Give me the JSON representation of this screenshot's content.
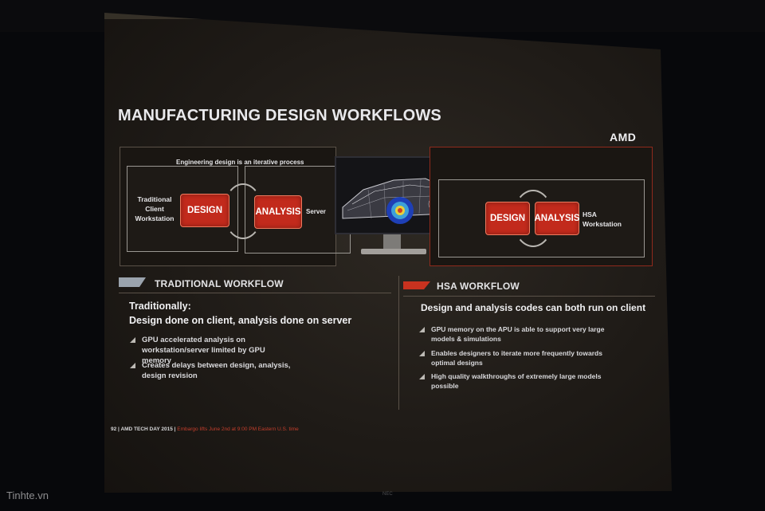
{
  "slide": {
    "title": "MANUFACTURING DESIGN WORKFLOWS",
    "brand": "AMD",
    "diagram": {
      "caption": "Engineering design is an iterative process",
      "left_group_label": "Traditional\nClient\nWorkstation",
      "left_design": "DESIGN",
      "left_analysis": "ANALYSIS",
      "left_server_label": "Server",
      "right_design": "DESIGN",
      "right_analysis": "ANALYSIS",
      "right_workstation_label": "HSA\nWorkstation"
    },
    "traditional": {
      "heading": "TRADITIONAL WORKFLOW",
      "lead_1": "Traditionally:",
      "lead_2": "Design done on client, analysis done on server",
      "bullets": [
        "GPU accelerated analysis on workstation/server limited by GPU memory",
        "Creates delays between design, analysis, design revision"
      ],
      "accent": "#9aa3ad"
    },
    "hsa": {
      "heading": "HSA WORKFLOW",
      "lead": "Design and analysis codes can both run on client",
      "bullets": [
        "GPU memory on the APU is able to support very large models & simulations",
        "Enables designers to iterate more frequently towards optimal designs",
        "High quality walkthroughs of extremely large models possible"
      ],
      "accent": "#c8321f"
    },
    "footer": {
      "page": "92",
      "event": "AMD TECH DAY 2015",
      "embargo": "Embargo lifts June 2nd at 9:00 PM Eastern U.S. time"
    }
  },
  "watermark": "Tinhte.vn",
  "projector_logo": "NEC"
}
